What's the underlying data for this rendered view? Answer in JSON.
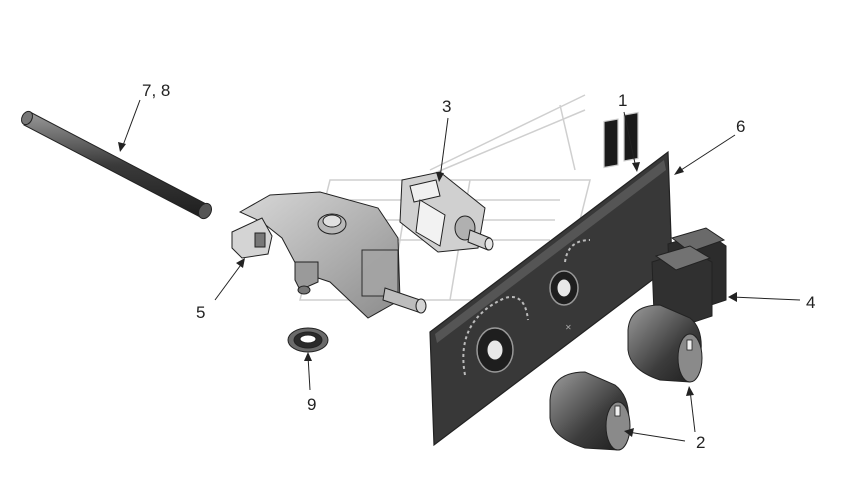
{
  "callouts": {
    "c1": "1",
    "c2": "2",
    "c3": "3",
    "c4": "4",
    "c5": "5",
    "c6": "6",
    "c78": "7, 8",
    "c9": "9"
  },
  "parts": [
    {
      "id": "rod",
      "icon": "rod-icon"
    },
    {
      "id": "bracket",
      "icon": "bracket-icon"
    },
    {
      "id": "switch",
      "icon": "switch-icon"
    },
    {
      "id": "panel",
      "icon": "panel-icon"
    },
    {
      "id": "knobs",
      "icon": "knob-icon"
    },
    {
      "id": "buttons",
      "icon": "rocker-button-icon"
    },
    {
      "id": "washer",
      "icon": "washer-icon"
    }
  ],
  "colors": {
    "outline": "#222222",
    "dark_part": "#3a3a3a",
    "mid_part": "#8a8a8a",
    "light_part": "#c8c8c8",
    "watermark": "#d0d0d0"
  }
}
